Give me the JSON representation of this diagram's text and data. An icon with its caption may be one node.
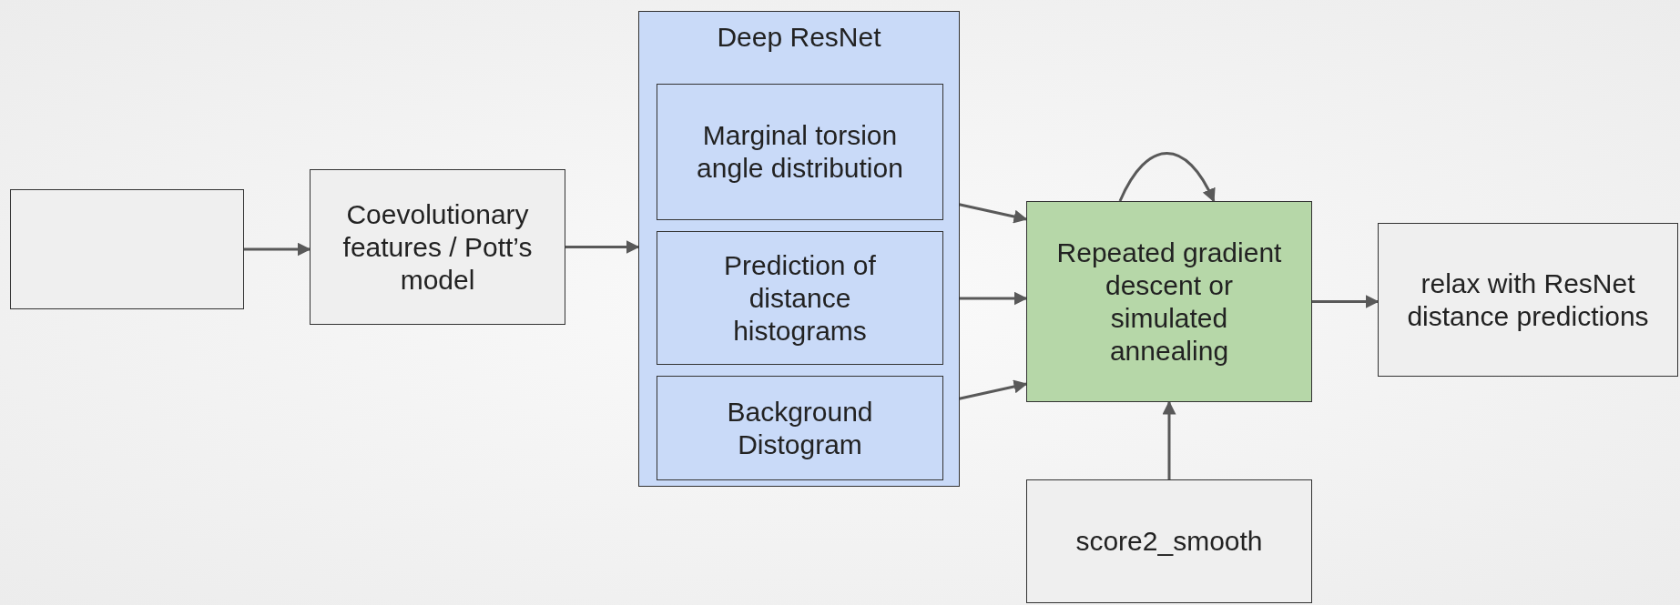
{
  "diagram": {
    "nodes": [
      {
        "text": [],
        "shape": "box"
      },
      {
        "text": [
          "Coevolutionary features / Pott’s model"
        ]
      },
      {
        "text": [
          "Deep ResNet"
        ]
      },
      {
        "text": [
          "Marginal torsion angle distribution"
        ],
        "in": 2
      },
      {
        "text": [
          "Prediction of distance histograms"
        ],
        "in": 2
      },
      {
        "text": [
          "Background Distogram"
        ],
        "in": 2
      },
      {
        "text": [
          "Repeated gradient descent or simulated annealing"
        ]
      },
      {
        "text": [
          "relax with ResNet distance predictions"
        ]
      },
      {
        "text": [
          "score2_smooth"
        ]
      }
    ],
    "edges": [
      {
        "from": 0,
        "to": 1,
        "arrow": "to"
      },
      {
        "from": 1,
        "to": 2,
        "arrow": "to"
      },
      {
        "from": 3,
        "to": 6,
        "arrow": "to"
      },
      {
        "from": 4,
        "to": 6,
        "arrow": "to"
      },
      {
        "from": 5,
        "to": 6,
        "arrow": "to"
      },
      {
        "from": 6,
        "to": 6,
        "arrow": "to"
      },
      {
        "from": 8,
        "to": 6,
        "arrow": "to"
      },
      {
        "from": 6,
        "to": 7,
        "arrow": "to"
      }
    ]
  }
}
